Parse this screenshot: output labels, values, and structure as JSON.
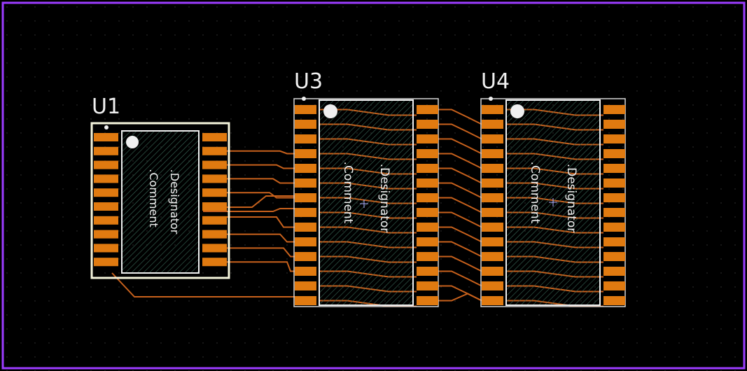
{
  "colors": {
    "background": "#000000",
    "board_outline": "#9b3cff",
    "grid_dot": "#3a3a3a",
    "pad": "#e07a10",
    "trace": "#c8611c",
    "silkscreen": "#f0f0f0",
    "courtyard": "#d8d8d8",
    "body_outline": "#f5f5dc",
    "hatch": "#3a6a5a",
    "origin_cross": "#b0b0ff"
  },
  "components": [
    {
      "designator": "U1",
      "pins_per_side": 10,
      "body_text": [
        ".Designator",
        ".Comment"
      ]
    },
    {
      "designator": "U3",
      "pins_per_side": 14,
      "body_text": [
        ".Designator",
        ".Comment"
      ]
    },
    {
      "designator": "U4",
      "pins_per_side": 14,
      "body_text": [
        ".Designator",
        ".Comment"
      ]
    }
  ]
}
